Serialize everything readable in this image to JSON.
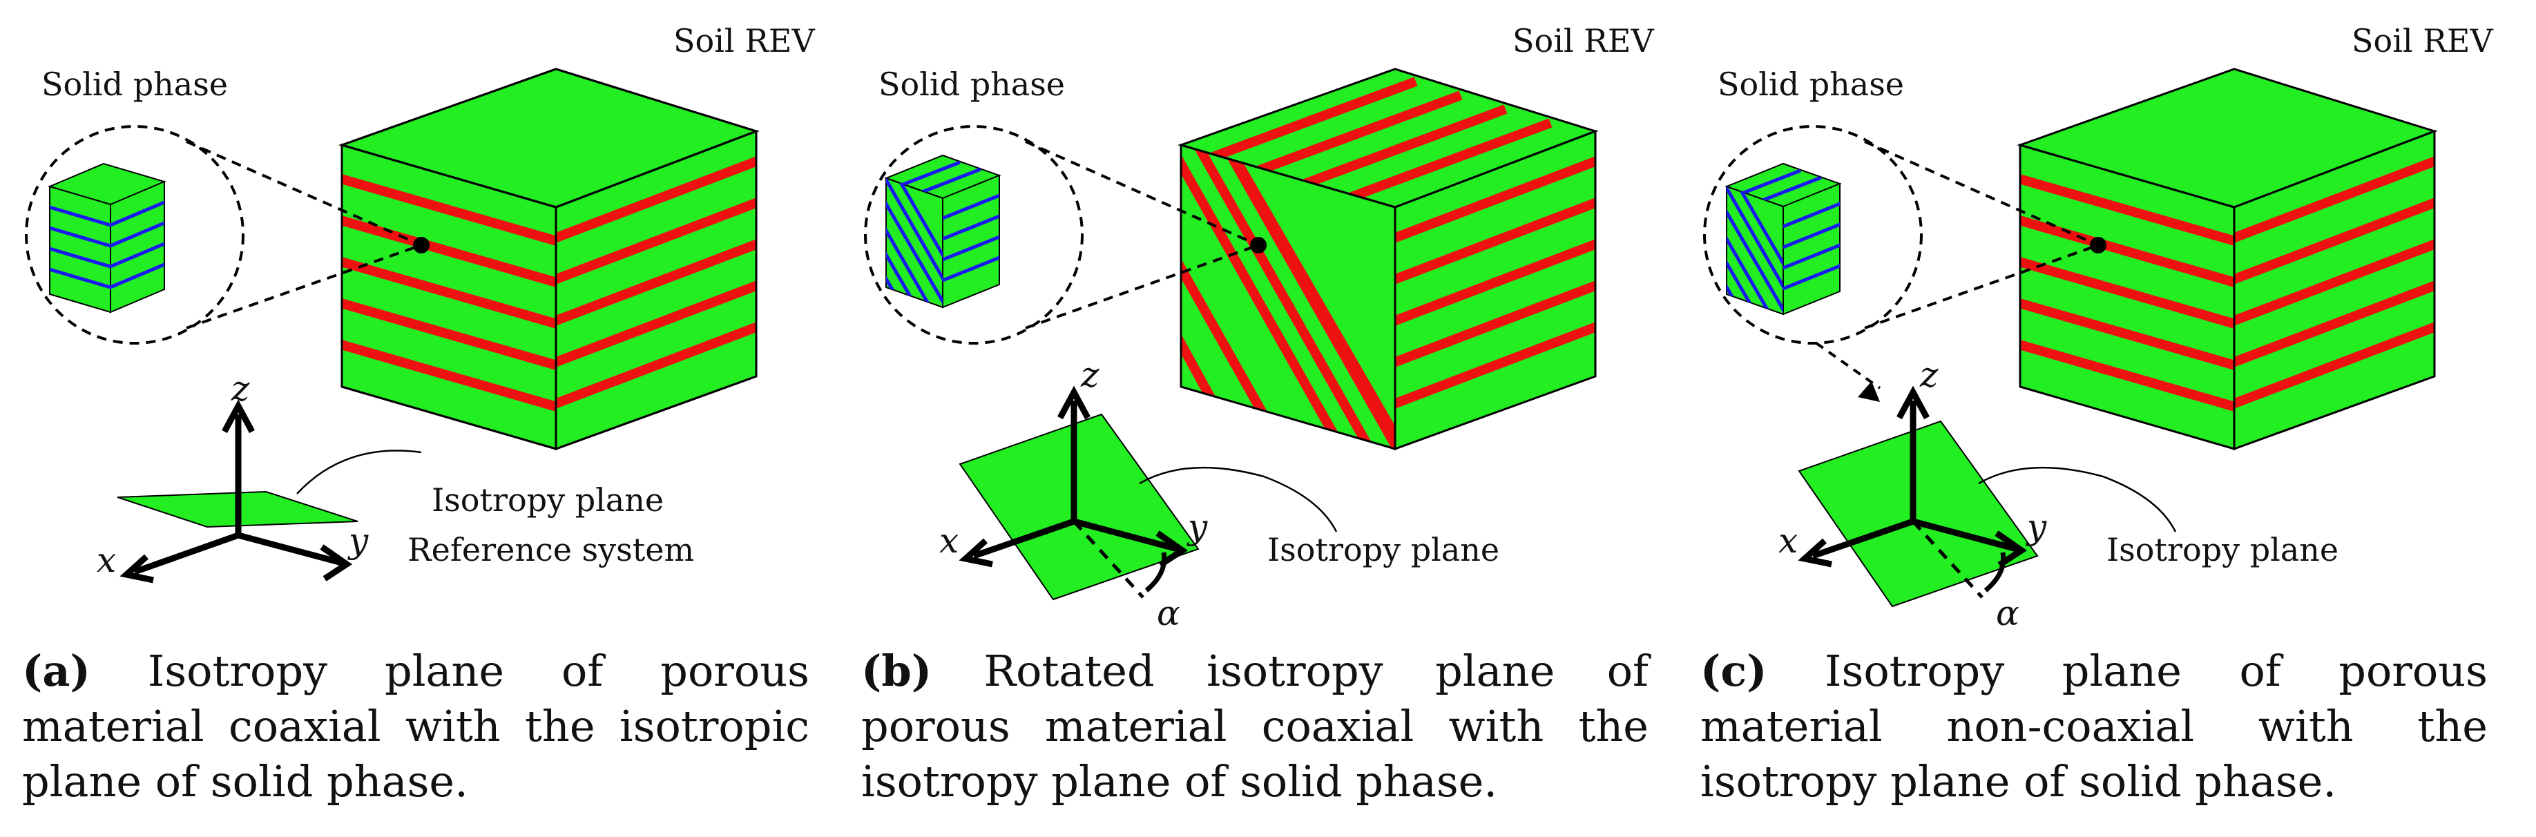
{
  "panels": [
    {
      "solid_label": "Solid phase",
      "rev_label": "Soil REV",
      "iso_label": "Isotropy plane",
      "ref_label": "Reference system",
      "axis_x": "x",
      "axis_y": "y",
      "axis_z": "z",
      "caption_letter": "a",
      "caption_text": "Isotropy plane of porous material coaxial with the isotropic plane of solid phase."
    },
    {
      "solid_label": "Solid phase",
      "rev_label": "Soil REV",
      "iso_label": "Isotropy plane",
      "axis_x": "x",
      "axis_y": "y",
      "axis_z": "z",
      "angle_label": "α",
      "caption_letter": "b",
      "caption_text": "Rotated isotropy plane of porous material coaxial with the isotropy plane of solid phase."
    },
    {
      "solid_label": "Solid phase",
      "rev_label": "Soil REV",
      "iso_label": "Isotropy plane",
      "axis_x": "x",
      "axis_y": "y",
      "axis_z": "z",
      "angle_label": "α",
      "caption_letter": "c",
      "caption_text": "Isotropy plane of porous material non-coaxial with the isotropy plane of solid phase."
    }
  ],
  "colors": {
    "green": "#22ee22",
    "red": "#ee1111",
    "blue": "#1a1aee",
    "ink": "#000000"
  }
}
